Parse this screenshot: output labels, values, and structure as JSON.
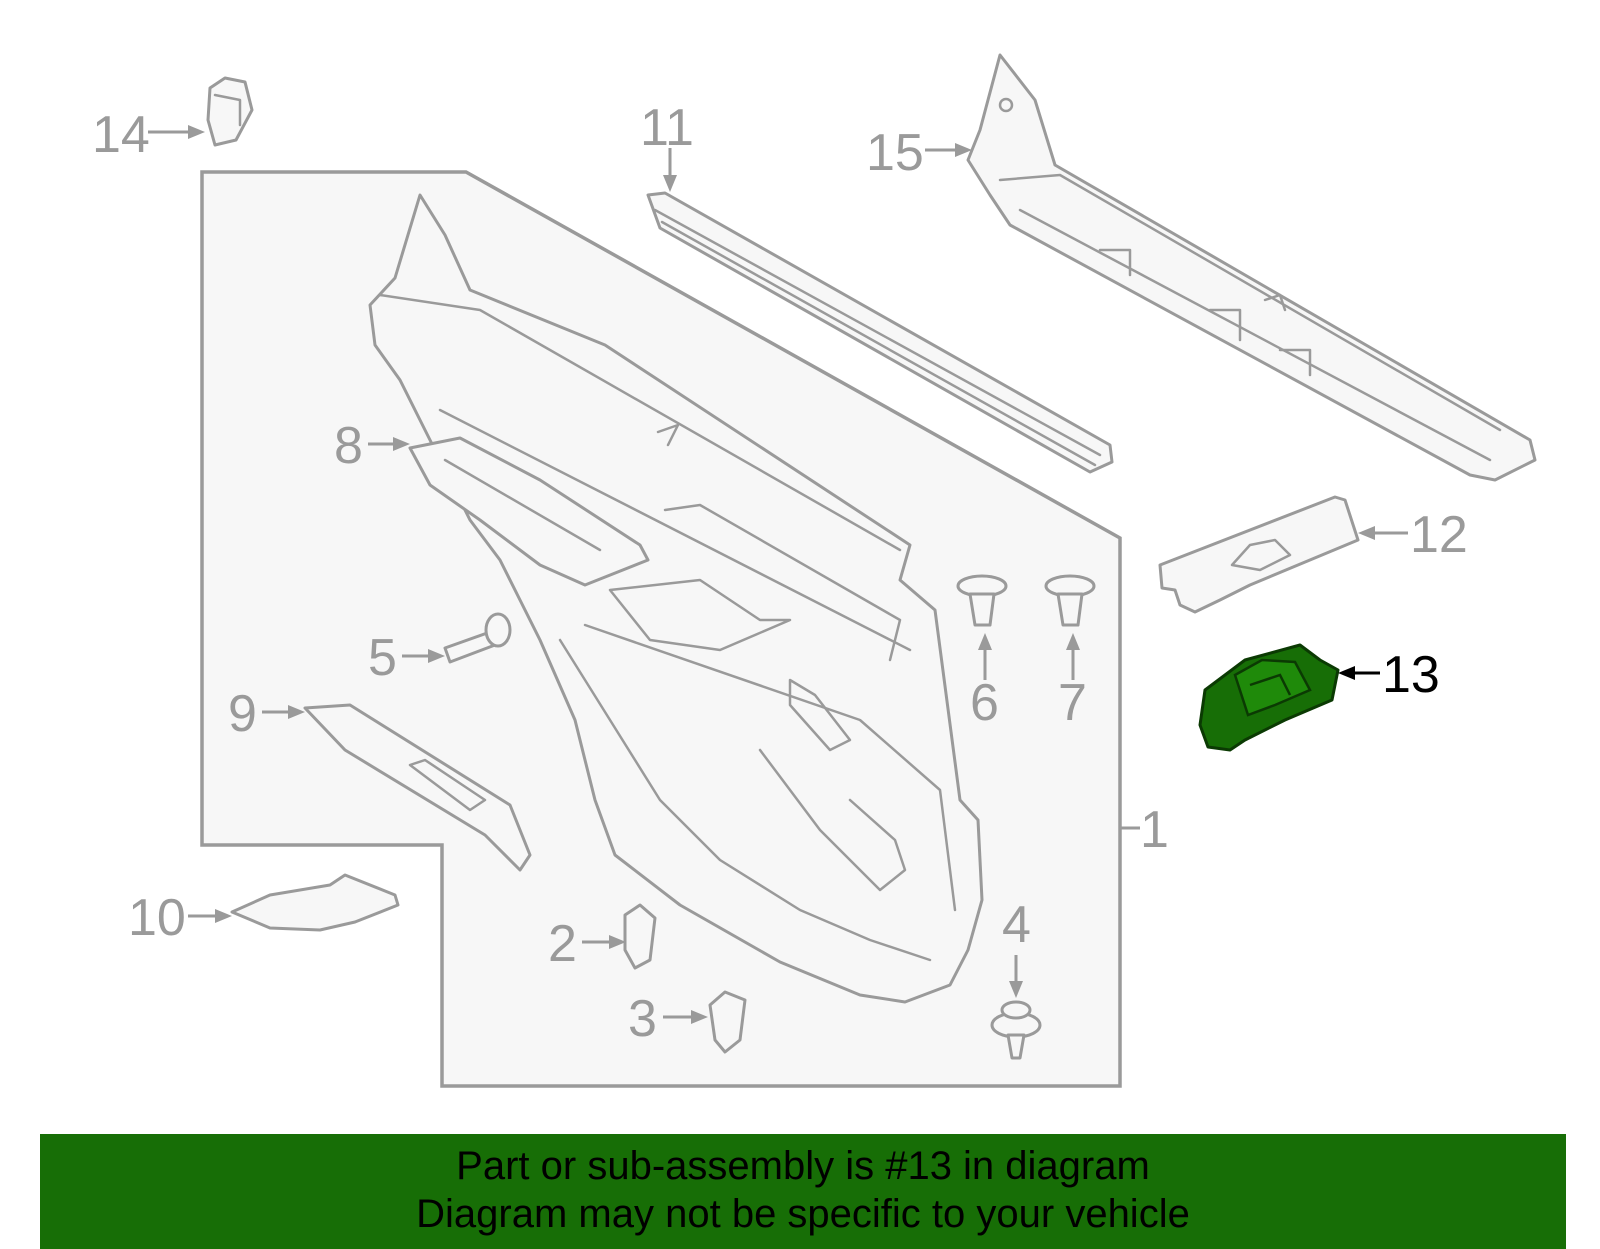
{
  "callouts": {
    "c1": "1",
    "c2": "2",
    "c3": "3",
    "c4": "4",
    "c5": "5",
    "c6": "6",
    "c7": "7",
    "c8": "8",
    "c9": "9",
    "c10": "10",
    "c11": "11",
    "c12": "12",
    "c13": "13",
    "c14": "14",
    "c15": "15"
  },
  "highlighted_part": "13",
  "colors": {
    "highlight": "#176e06",
    "line": "#9a9a9a",
    "banner": "#176e06"
  },
  "banner": {
    "line1": "Part or sub-assembly is #13 in diagram",
    "line2": "Diagram may not be specific to your vehicle"
  }
}
